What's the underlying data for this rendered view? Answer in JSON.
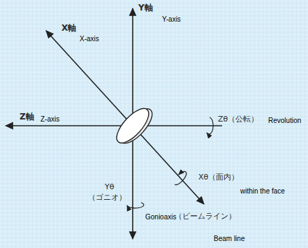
{
  "diagram": {
    "labels": [
      "Y軸",
      "Y-axis",
      "X軸",
      "X-axis",
      "Z軸",
      "Z-axis",
      "Zθ（公転）",
      "Revolution",
      "Xθ（面内）",
      "within the face",
      "Yθ",
      "（ゴニオ）",
      "Gonioaxis",
      "（ビームライン）",
      "Beam line"
    ]
  }
}
